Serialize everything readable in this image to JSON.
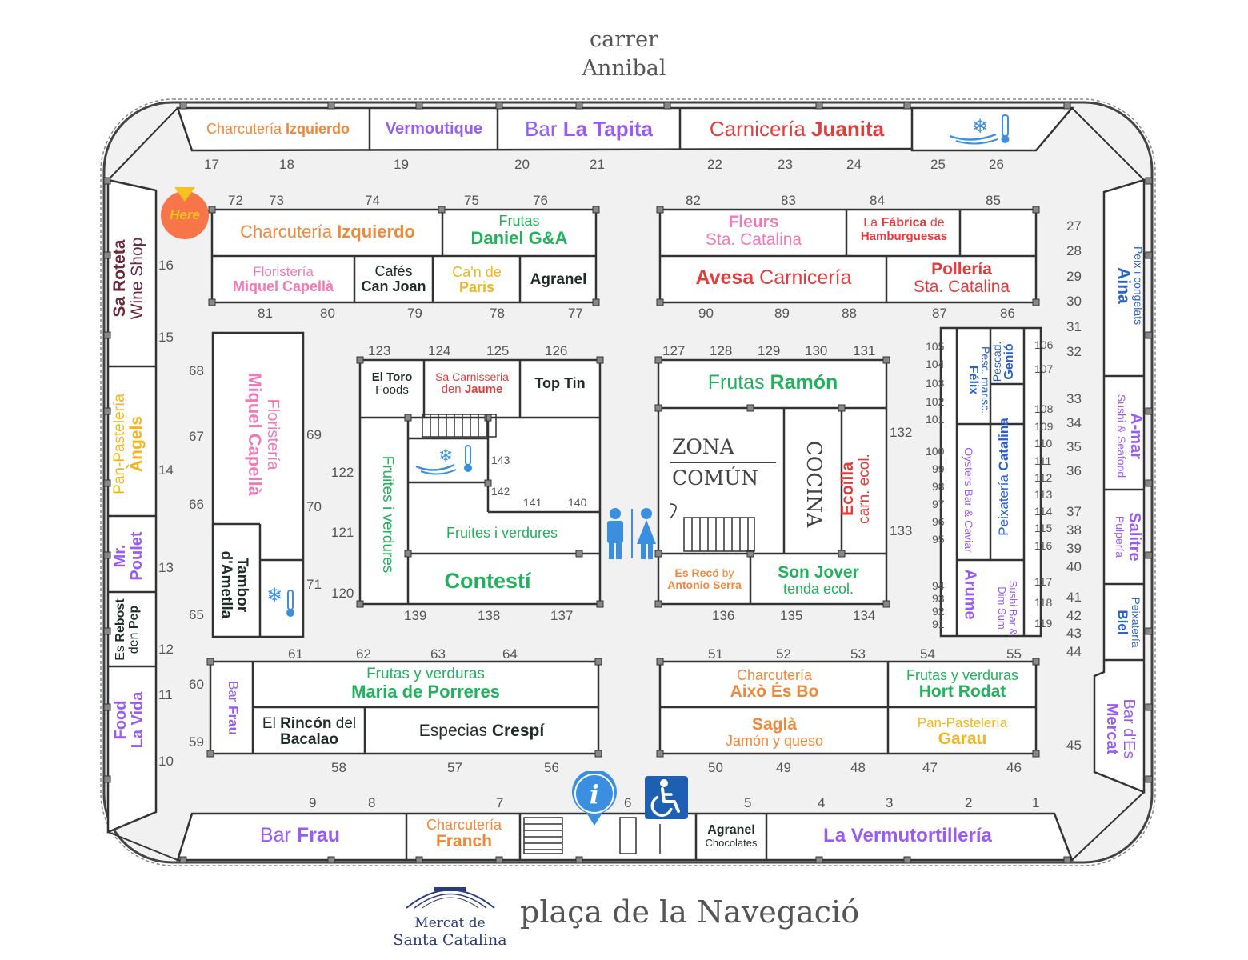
{
  "streets": {
    "top_line1": "carrer",
    "top_line2": "Annibal",
    "bottom": "plaça de la Navegació"
  },
  "logo": {
    "line1": "Mercat de",
    "line2": "Santa Catalina"
  },
  "here_label": "Here",
  "colors": {
    "orange": "#f0883a",
    "purple": "#9a5cf0",
    "red": "#e23c3c",
    "green": "#22b15c",
    "pink": "#f07ab8",
    "dark": "#1f2d2a",
    "yellow": "#f2b61c",
    "blue": "#2a62c9",
    "info_blue": "#3b8fe0",
    "access_blue": "#1d5fb0",
    "here_orange": "#f6764a",
    "here_yellow": "#f7c21c"
  },
  "stalls": {
    "top_izq_a": "Charcutería ",
    "top_izq_b": "Izquierdo",
    "vermoutique": "Vermoutique",
    "tapita_a": "Bar ",
    "tapita_b": "La Tapita",
    "juanita_a": "Carnicería ",
    "juanita_b": "Juanita",
    "izq2_a": "Charcutería ",
    "izq2_b": "Izquierdo",
    "daniel_a": "Frutas",
    "daniel_b": "Daniel G&A",
    "miquel_a": "Floristería",
    "miquel_b": "Miquel Capellà",
    "canjoan_a": "Cafés",
    "canjoan_b": "Can Joan",
    "paris_a": "Ca'n de",
    "paris_b": "Paris",
    "agranel": "Agranel",
    "fleurs_a": "Fleurs",
    "fleurs_b": "Sta. Catalina",
    "fabrica_a": "La ",
    "fabrica_b": "Fábrica",
    "fabrica_c": " de",
    "fabrica_d": "Hamburguesas",
    "avesa_a": "Avesa",
    "avesa_b": " Carnicería",
    "polleria_a": "Pollería",
    "polleria_b": "Sta. Catalina",
    "roteta_a": "Sa Roteta",
    "roteta_b": "Wine Shop",
    "miquel_v_a": "Floristería",
    "miquel_v_b": "Miquel Capellà",
    "tambor_a": "Tambor",
    "tambor_b": "d'Ametlla",
    "angels_a": "Pan-Pastelería",
    "angels_b": "Àngels",
    "poulet_a": "Mr.",
    "poulet_b": "Poulet",
    "rebost_a": "Es ",
    "rebost_b": "Rebost",
    "rebost_c": "den ",
    "rebost_d": "Pep",
    "food_a": "Food",
    "food_b": "La Vida",
    "eltoro_a": "El Toro",
    "eltoro_b": "Foods",
    "jaume_a": "Sa Carnisseria",
    "jaume_b": "den ",
    "jaume_c": "Jaume",
    "toptin": "Top Tin",
    "fruites_v": "Fruites i verdures",
    "fruites_h": "Fruites i verdures",
    "contesti": "Contestí",
    "ramon_a": "Frutas ",
    "ramon_b": "Ramón",
    "zona_a": "ZONA",
    "zona_b": "COMÚN",
    "cocina": "COCINA",
    "ecoilla_a": "Ecoïlla",
    "ecoilla_b": "carn. ecol.",
    "esreco_a": "Es Recó",
    "esreco_b": " by",
    "esreco_c": "Antonio Serra",
    "sonjover_a": "Son Jover",
    "sonjover_b": "tenda ecol.",
    "felix_a": "Pesc. marisc.",
    "felix_b": "Félix",
    "genio_a": "Pescad.",
    "genio_b": "Genió",
    "peixcat_a": "Peixatería ",
    "peixcat_b": "Catalina",
    "oysters": "Oysters Bar & Caviar",
    "arume": "Arume",
    "sushi": "Sushi  Bar & Dim Sum",
    "aina_a": "Peix i congelats",
    "aina_b": "Aina",
    "amar_a": "A-mar",
    "amar_b": "Sushi & Seafood",
    "salitre_a": "Salitre",
    "salitre_b": "Pulpería",
    "biel_a": "Peixatería",
    "biel_b": "Biel",
    "bardes_a": "Bar d'Es",
    "bardes_b": "Mercat",
    "porreres_a": "Frutas y verduras",
    "porreres_b": "Maria de Porreres",
    "barfrau_v_a": "Bar ",
    "barfrau_v_b": "Frau",
    "rincon_a": "El ",
    "rincon_b": "Rincón",
    "rincon_c": " del",
    "rincon_d": "Bacalao",
    "crespi_a": "Especias ",
    "crespi_b": "Crespí",
    "aixo_a": "Charcutería",
    "aixo_b": "Això És Bo",
    "hort_a": "Frutas y verduras",
    "hort_b": "Hort Rodat",
    "sagla_a": "Saglà",
    "sagla_b": "Jamón y queso",
    "garau_a": "Pan-Pastelería",
    "garau_b": "Garau",
    "barfrau_a": "Bar ",
    "barfrau_b": "Frau",
    "franch_a": "Charcutería",
    "franch_b": "Franch",
    "agrchoc_a": "Agranel",
    "agrchoc_b": "Chocolates",
    "vermutort": "La Vermutortillería"
  },
  "stall_numbers": {
    "n1": "1",
    "n2": "2",
    "n3": "3",
    "n4": "4",
    "n5": "5",
    "n6": "6",
    "n7": "7",
    "n8": "8",
    "n9": "9",
    "n10": "10",
    "n11": "11",
    "n12": "12",
    "n13": "13",
    "n14": "14",
    "n15": "15",
    "n16": "16",
    "n17": "17",
    "n18": "18",
    "n19": "19",
    "n20": "20",
    "n21": "21",
    "n22": "22",
    "n23": "23",
    "n24": "24",
    "n25": "25",
    "n26": "26",
    "n27": "27",
    "n28": "28",
    "n29": "29",
    "n30": "30",
    "n31": "31",
    "n32": "32",
    "n33": "33",
    "n34": "34",
    "n35": "35",
    "n36": "36",
    "n37": "37",
    "n38": "38",
    "n39": "39",
    "n40": "40",
    "n41": "41",
    "n42": "42",
    "n43": "43",
    "n44": "44",
    "n45": "45",
    "n46": "46",
    "n47": "47",
    "n48": "48",
    "n49": "49",
    "n50": "50",
    "n51": "51",
    "n52": "52",
    "n53": "53",
    "n54": "54",
    "n55": "55",
    "n56": "56",
    "n57": "57",
    "n58": "58",
    "n59": "59",
    "n60": "60",
    "n61": "61",
    "n62": "62",
    "n63": "63",
    "n64": "64",
    "n65": "65",
    "n66": "66",
    "n67": "67",
    "n68": "68",
    "n69": "69",
    "n70": "70",
    "n71": "71",
    "n72": "72",
    "n73": "73",
    "n74": "74",
    "n75": "75",
    "n76": "76",
    "n77": "77",
    "n78": "78",
    "n79": "79",
    "n80": "80",
    "n81": "81",
    "n82": "82",
    "n83": "83",
    "n84": "84",
    "n85": "85",
    "n86": "86",
    "n87": "87",
    "n88": "88",
    "n89": "89",
    "n90": "90",
    "n91": "91",
    "n92": "92",
    "n93": "93",
    "n94": "94",
    "n95": "95",
    "n96": "96",
    "n97": "97",
    "n98": "98",
    "n99": "99",
    "n100": "100",
    "n101": "101",
    "n102": "102",
    "n103": "103",
    "n104": "104",
    "n105": "105",
    "n106": "106",
    "n107": "107",
    "n108": "108",
    "n109": "109",
    "n110": "110",
    "n111": "111",
    "n112": "112",
    "n113": "113",
    "n114": "114",
    "n115": "115",
    "n116": "116",
    "n117": "117",
    "n118": "118",
    "n119": "119",
    "n120": "120",
    "n121": "121",
    "n122": "122",
    "n123": "123",
    "n124": "124",
    "n125": "125",
    "n126": "126",
    "n127": "127",
    "n128": "128",
    "n129": "129",
    "n130": "130",
    "n131": "131",
    "n132": "132",
    "n133": "133",
    "n134": "134",
    "n135": "135",
    "n136": "136",
    "n137": "137",
    "n138": "138",
    "n139": "139",
    "n140": "140",
    "n141": "141",
    "n142": "142",
    "n143": "143"
  },
  "icons": {
    "info": "info-icon",
    "accessible": "wheelchair-icon",
    "toilets": "restroom-icon",
    "cold": "snowflake-thermometer-icon",
    "stairs": "stairs-icon",
    "here": "you-are-here-icon"
  }
}
